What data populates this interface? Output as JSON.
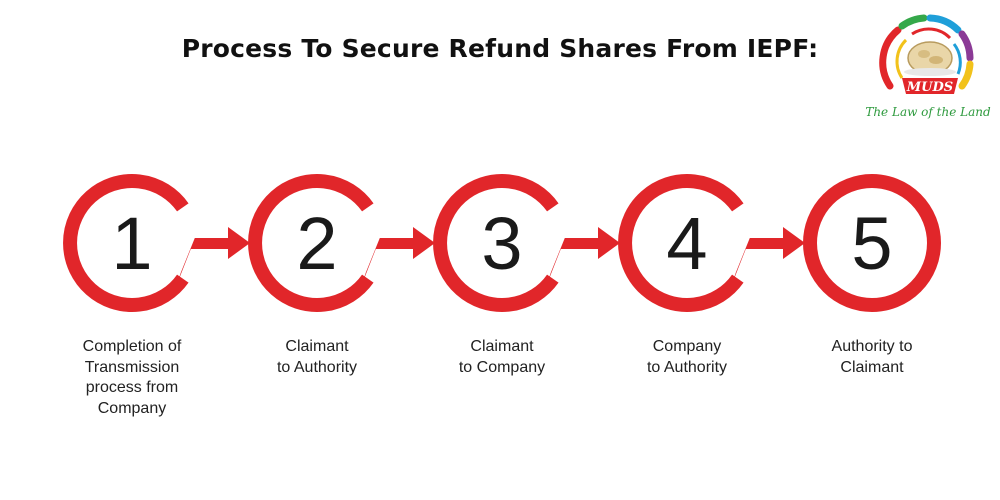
{
  "title": "Process To Secure Refund Shares From IEPF:",
  "logo": {
    "name": "MUDS",
    "tagline": "The Law of the Land"
  },
  "colors": {
    "accent_red": "#e1262a",
    "number_text": "#1a1a1a",
    "label_text": "#222222"
  },
  "steps": [
    {
      "number": "1",
      "label": "Completion of\nTransmission\nprocess from\nCompany"
    },
    {
      "number": "2",
      "label": "Claimant\nto Authority"
    },
    {
      "number": "3",
      "label": "Claimant\nto Company"
    },
    {
      "number": "4",
      "label": "Company\nto Authority"
    },
    {
      "number": "5",
      "label": "Authority to\nClaimant"
    }
  ]
}
